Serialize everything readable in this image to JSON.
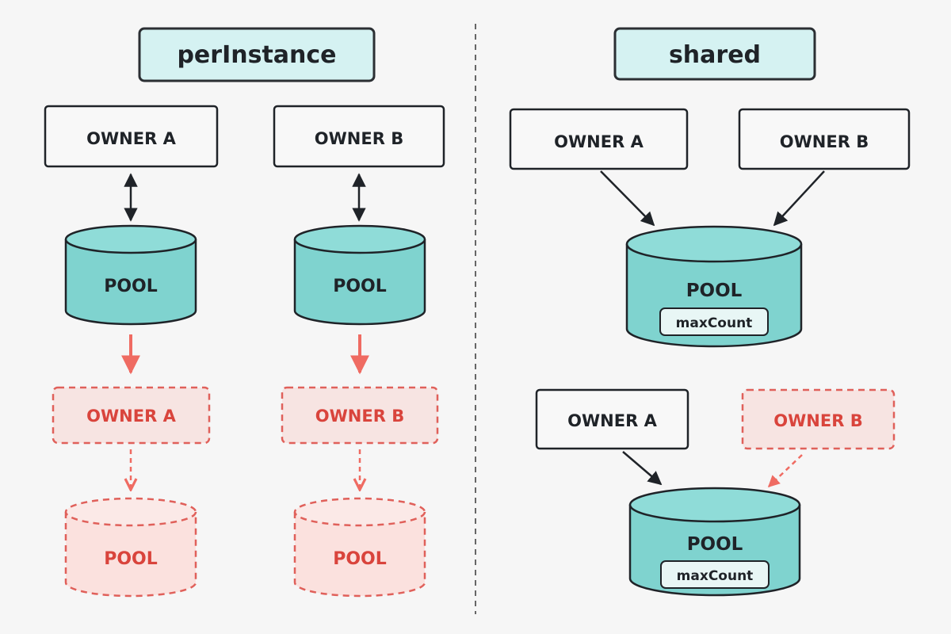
{
  "colors": {
    "background": "#f6f6f6",
    "dark": "#1f2328",
    "teal_fill": "#7fd3cf",
    "teal_top": "#8fdcd8",
    "title_fill": "#d5f2f2",
    "title_stroke": "#2b2f33",
    "owner_fill": "#f8f8f8",
    "ghost_stroke": "#e0605a",
    "ghost_fill": "#f7e4e2",
    "ghost_pool_fill": "#fbe1de",
    "ghost_text": "#d9443c",
    "red_arrow": "#ef6b62",
    "divider": "#666666",
    "chip_fill": "#e8f6f5"
  },
  "per_instance": {
    "title": "perInstance",
    "owner_a": "OWNER A",
    "owner_b": "OWNER B",
    "pool_a": "POOL",
    "pool_b": "POOL",
    "ghost_owner_a": "OWNER A",
    "ghost_owner_b": "OWNER B",
    "ghost_pool_a": "POOL",
    "ghost_pool_b": "POOL"
  },
  "shared": {
    "title": "shared",
    "top": {
      "owner_a": "OWNER A",
      "owner_b": "OWNER B",
      "pool": "POOL",
      "pool_chip": "maxCount"
    },
    "bottom": {
      "owner_a": "OWNER A",
      "owner_b": "OWNER B",
      "pool": "POOL",
      "pool_chip": "maxCount"
    }
  }
}
